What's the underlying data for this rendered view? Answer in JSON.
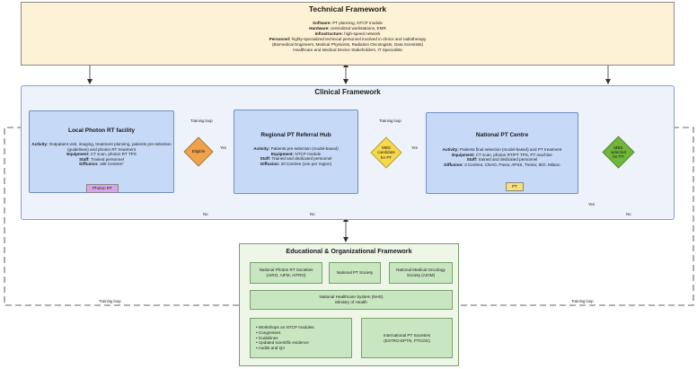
{
  "technical": {
    "title": "Technical Framework",
    "software": {
      "label": "Software:",
      "value": " PT planning, NTCP module"
    },
    "hardware": {
      "label": "Hardware:",
      "value": " centralized workstations, EMR"
    },
    "infrastructure": {
      "label": "Infrastructure:",
      "value": " high-speed network"
    },
    "personnel": {
      "label": "Personnel:",
      "value": " highly-specialized technical personnel involved in clinics and radiotherapy"
    },
    "personnel_line2": "(Biomedical Engineers, Medical Physicists, Radiation Oncologists, Data Scientists)",
    "personnel_line3": "Healthcare and Medical Device Stakeholders, IT Specialists"
  },
  "clinical": {
    "title": "Clinical Framework",
    "local": {
      "title": "Local Photon RT facility",
      "activity": {
        "label": "Activity:",
        "value": " Outpatient visit, imaging, treatment planning, patients pre-selection (guidelines) and photon RT treatment"
      },
      "equipment": {
        "label": "Equipment:",
        "value": " CT scan, photon RT TPS"
      },
      "staff": {
        "label": "Staff:",
        "value": " Trained personnel"
      },
      "diffusion": {
        "label": "Diffusion:",
        "value": " 186 Centres*"
      },
      "tag": "Photon RT"
    },
    "regional": {
      "title": "Regional PT Referral Hub",
      "activity": {
        "label": "Activity:",
        "value": " Patients pre-selection (model-based)"
      },
      "equipment": {
        "label": "Equipment:",
        "value": " NTCP module"
      },
      "staff": {
        "label": "Staff:",
        "value": " Trained and dedicated personnel"
      },
      "diffusion": {
        "label": "Diffusion:",
        "value": " 20 Centres (one per region)"
      }
    },
    "national": {
      "title": "National PT Centre",
      "activity": {
        "label": "Activity:",
        "value": " Patients final selection (model-based) and PT treatment"
      },
      "equipment": {
        "label": "Equipment:",
        "value": " CT scan, photon RT/PT TPS, PT machine"
      },
      "staff": {
        "label": "Staff:",
        "value": " trained and dedicated personnel"
      },
      "diffusion": {
        "label": "Diffusion:",
        "value": " 3 Centres, CNAO, Pavia; APSS, Trento; IEO, Milano"
      },
      "tag": "PT"
    },
    "decisions": {
      "eligible": "Eligible",
      "mbs_candidate": "MBS candidate for PT",
      "mbs_selected": "MBS selected for PT"
    },
    "labels": {
      "training_loop_1": "Training loop",
      "training_loop_2": "Training loop",
      "yes_1": "Yes",
      "yes_2": "Yes",
      "yes_3": "Yes",
      "no_1": "No",
      "no_2": "No",
      "no_3": "No"
    }
  },
  "educational": {
    "title": "Educational & Organizational Framework",
    "photon_societies": "National Photon RT Societies (AIRO, AIFM, AITRO)",
    "pt_society": "National PT Society",
    "oncology_society": "National Medical Oncology Society (AIOM)",
    "nhs_line1": "National Healthcare System (NHS)",
    "nhs_line2": "Ministry of Health",
    "activities": [
      "Workshops on NTCP modules",
      "Congresses",
      "Guidelines",
      "Updated scientific evidence",
      "Audits and QA"
    ],
    "international": "International PT Societies (ESTRO-EPTN, PTCOG)"
  },
  "outer_loops": {
    "left": "Training loop",
    "right": "Training loop"
  },
  "colors": {
    "technical_bg": "#fdf2d5",
    "clinical_bg": "#eef3fb",
    "box_blue": "#c6d9f7",
    "eligible_diamond": "#f0a24a",
    "mbs_candidate_diamond": "#f6d84a",
    "mbs_selected_diamond": "#6fb63a",
    "educational_bg": "#eef6e8",
    "green_box": "#c8e6c0",
    "photon_tag": "#d7a6e6",
    "pt_tag": "#f5e07a"
  }
}
